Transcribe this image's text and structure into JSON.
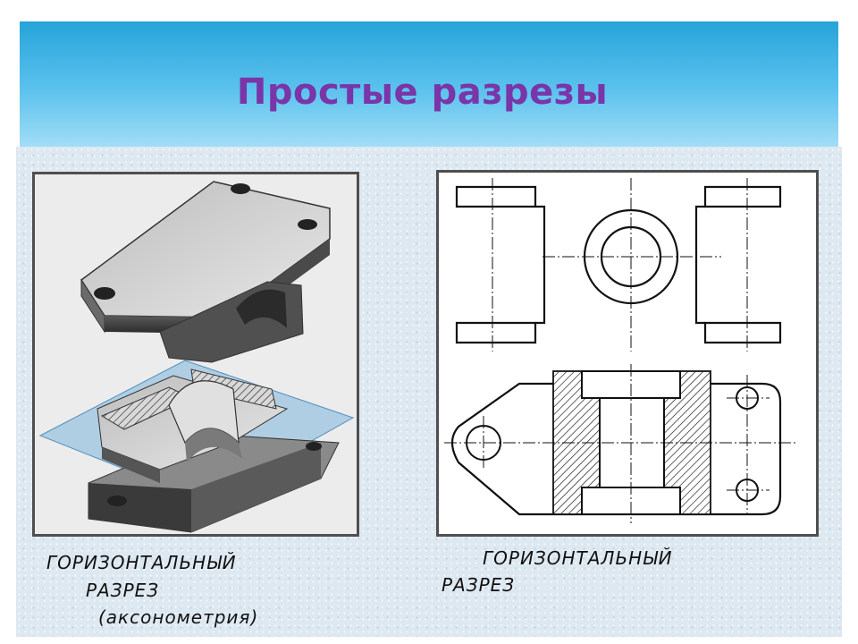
{
  "slide": {
    "title": "Простые разрезы"
  },
  "left_caption": {
    "line1": "ГОРИЗОНТАЛЬНЫЙ",
    "line2": "РАЗРЕЗ",
    "line3": "(аксонометрия)"
  },
  "right_caption": {
    "line1": "ГОРИЗОНТАЛЬНЫЙ",
    "line2": "РАЗРЕЗ"
  },
  "colors": {
    "title": "#7a35a8",
    "header": "#3db1e3",
    "section_plane": "#7fb6dc"
  }
}
